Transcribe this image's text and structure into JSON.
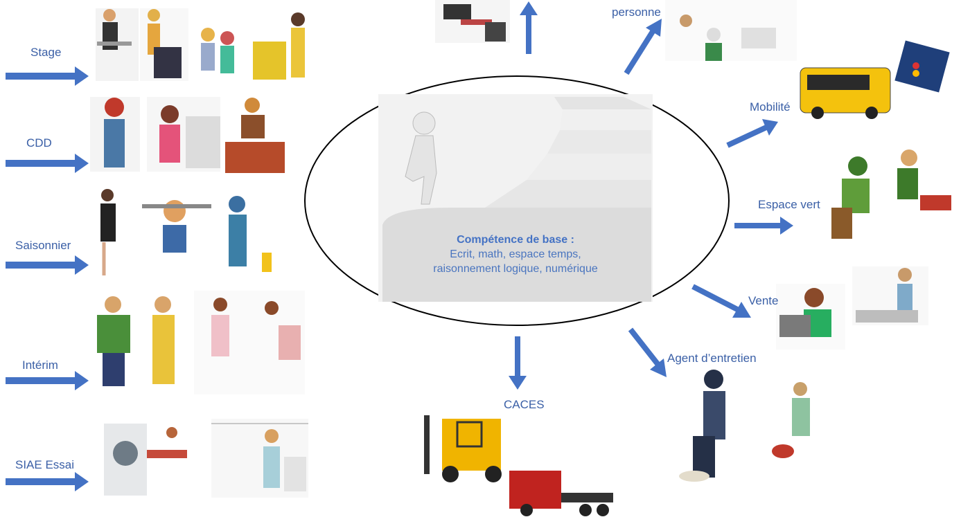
{
  "center": {
    "title": "Compétence de base :",
    "line1": "Ecrit, math, espace temps,",
    "line2": "raisonnement logique, numérique"
  },
  "left_contracts": [
    "Stage",
    "CDD",
    "Saisonnier",
    "Intérim",
    "SIAE Essai"
  ],
  "right_outcomes": {
    "personne": "personne",
    "mobilite": "Mobilité",
    "espace_vert": "Espace vert",
    "vente": "Vente",
    "agent_entretien": "Agent d’entretien",
    "caces": "CACES"
  },
  "colors": {
    "arrow": "#4472c4",
    "label": "#3a5fa6",
    "ellipse_stroke": "#000000"
  },
  "icons": [
    "ironing-woman-icon",
    "waitress-trash-icon",
    "children-icon",
    "cleaning-cart-woman-icon",
    "welder-icon",
    "laundry-woman-icon",
    "bricklayer-icon",
    "waitress-tray-icon",
    "multi-tool-worker-icon",
    "mopping-cleaner-icon",
    "lumberjack-icon",
    "painter-icon",
    "housework-women-icon",
    "washing-machine-ironing-icon",
    "laundry-line-icon",
    "office-worker-icon",
    "elderly-care-icon",
    "bus-icon",
    "driving-code-book-icon",
    "gardener-icon",
    "lawnmower-icon",
    "cashier-icon",
    "fish-seller-icon",
    "janitor-icon",
    "vacuum-woman-icon",
    "forklift-icon",
    "truck-icon",
    "staircase-figure-icon"
  ]
}
